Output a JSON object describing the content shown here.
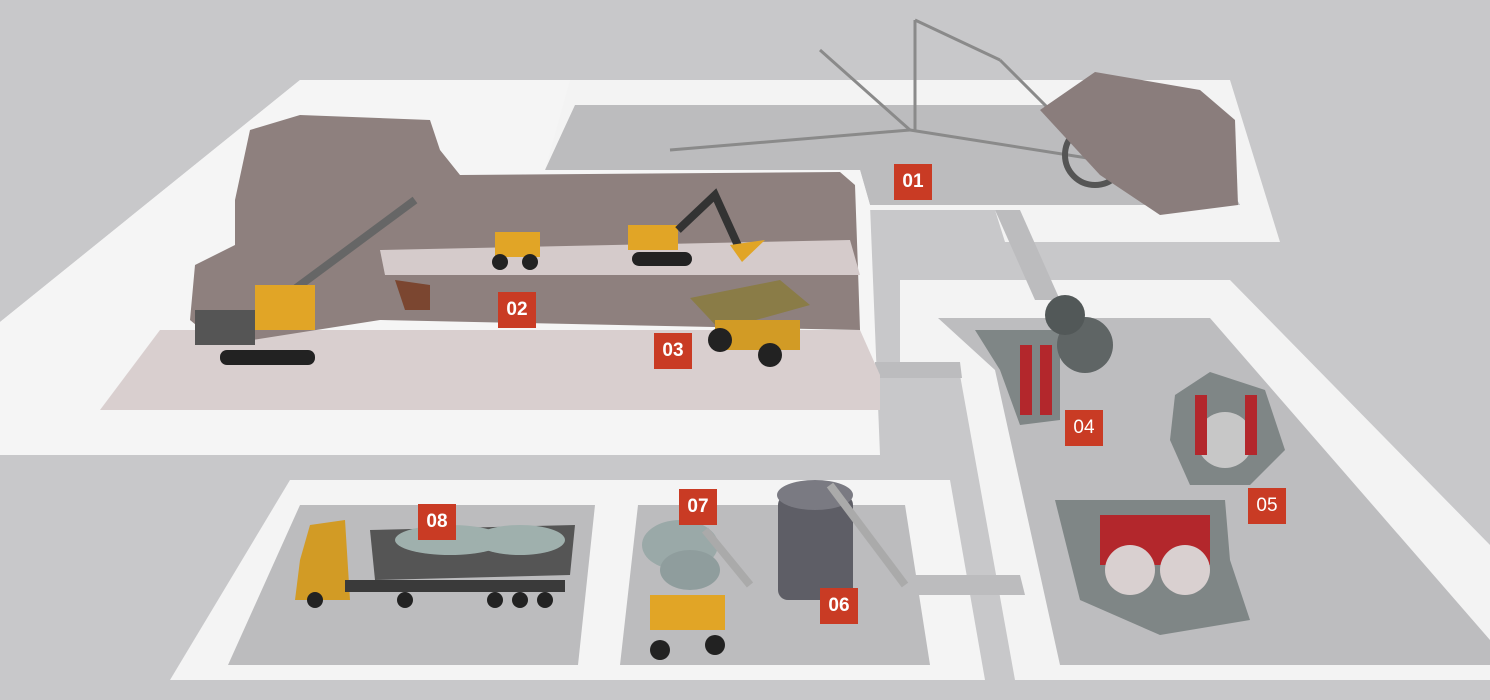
{
  "colors": {
    "badge": "#c93b24",
    "platform": "#f4f4f4",
    "inset": "#b9b9bb",
    "rock": "#8d7f7d",
    "machine_yellow": "#e1a526",
    "steel": "#7f8686",
    "roller_red": "#b3272c"
  },
  "stages": [
    {
      "label": "01",
      "machine": "bucket-wheel-excavator"
    },
    {
      "label": "02",
      "machine": "power-shovel"
    },
    {
      "label": "03",
      "machine": "haul-truck"
    },
    {
      "label": "04",
      "machine": "jaw-crusher"
    },
    {
      "label": "05",
      "machine": "impact-crusher"
    },
    {
      "label": "06",
      "machine": "cone-crusher"
    },
    {
      "label": "07",
      "machine": "stockpile-conveyor"
    },
    {
      "label": "08",
      "machine": "transport-truck"
    }
  ]
}
